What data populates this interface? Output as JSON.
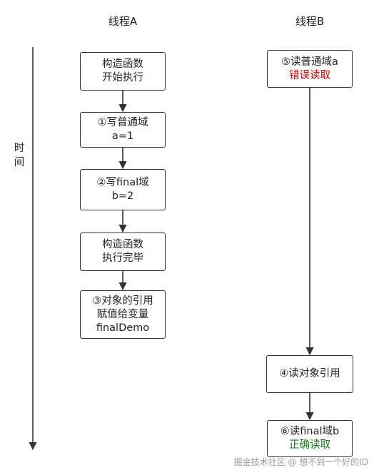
{
  "columns": {
    "thread_a": "线程A",
    "thread_b": "线程B"
  },
  "time_axis": {
    "label_line1": "时",
    "label_line2": "间"
  },
  "thread_a_steps": [
    {
      "line1": "构造函数",
      "line2": "开始执行"
    },
    {
      "line1": "①写普通域",
      "line2": "a=1"
    },
    {
      "line1": "②写final域",
      "line2": "b=2"
    },
    {
      "line1": "构造函数",
      "line2": "执行完毕"
    },
    {
      "line1": "③对象的引用",
      "line2": "赋值给变量",
      "line3": "finalDemo"
    }
  ],
  "thread_b_steps": [
    {
      "line1": "⑤读普通域a",
      "line2": "错误读取"
    },
    {
      "line1": "④读对象引用"
    },
    {
      "line1": "⑥读final域b",
      "line2": "正确读取"
    }
  ],
  "colors": {
    "error": "#cc0000",
    "correct": "#1a7a1a",
    "line": "#333333"
  },
  "watermark": "掘金技术社区 @ 想不到一个好的ID"
}
